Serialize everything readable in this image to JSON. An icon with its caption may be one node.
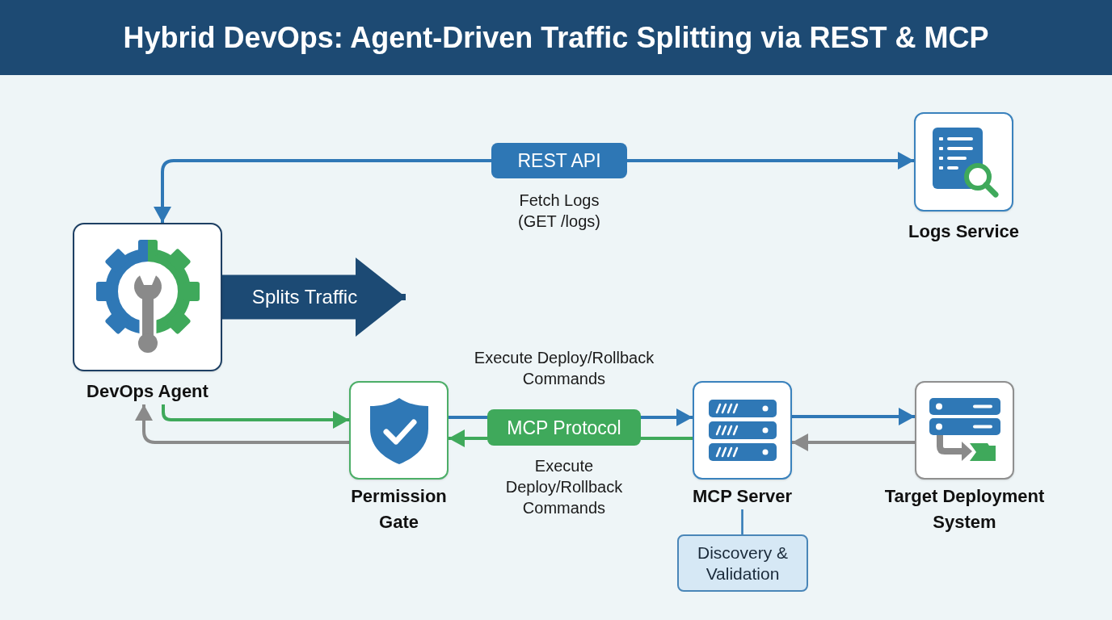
{
  "diagram": {
    "title": "Hybrid DevOps: Agent-Driven Traffic Splitting via REST & MCP",
    "nodes": [
      {
        "text": [
          "REST API"
        ],
        "beside": [
          "Fetch Logs (GET /logs)"
        ]
      },
      {
        "text": [
          "Logs Service"
        ]
      },
      {
        "text": [
          "DevOps Agent"
        ]
      },
      {
        "text": [
          "Permission Gate"
        ]
      },
      {
        "text": [
          "MCP Protocol"
        ],
        "beside": [
          "Execute Deploy/Rollback Commands",
          "Execute Deploy/Rollback Commands"
        ]
      },
      {
        "text": [
          "MCP Server"
        ]
      },
      {
        "text": [
          "Target Deployment System"
        ]
      },
      {
        "text": [
          "Discovery & Validation"
        ]
      }
    ],
    "edges": [
      {
        "from": 0,
        "to": 2,
        "arrow": "to"
      },
      {
        "from": 0,
        "to": 1,
        "arrow": "to"
      },
      {
        "from": 2,
        "to": null,
        "arrow": "to",
        "label": "Splits Traffic",
        "style": "thick",
        "color": "#1c4a74"
      },
      {
        "from": 2,
        "to": 3,
        "arrow": "to",
        "color": "#3fa95b"
      },
      {
        "from": 3,
        "to": 2,
        "arrow": "to",
        "color": "#8a8a8a"
      },
      {
        "from": 3,
        "to": 4,
        "arrow": "none"
      },
      {
        "from": 4,
        "to": 5,
        "arrow": "to"
      },
      {
        "from": 5,
        "to": 4,
        "arrow": "none",
        "color": "#3fa95b"
      },
      {
        "from": 4,
        "to": 3,
        "arrow": "to",
        "color": "#3fa95b"
      },
      {
        "from": 5,
        "to": 6,
        "arrow": "to"
      },
      {
        "from": 6,
        "to": 5,
        "arrow": "to",
        "color": "#8a8a8a"
      },
      {
        "from": 5,
        "to": 7,
        "arrow": "none"
      }
    ]
  }
}
